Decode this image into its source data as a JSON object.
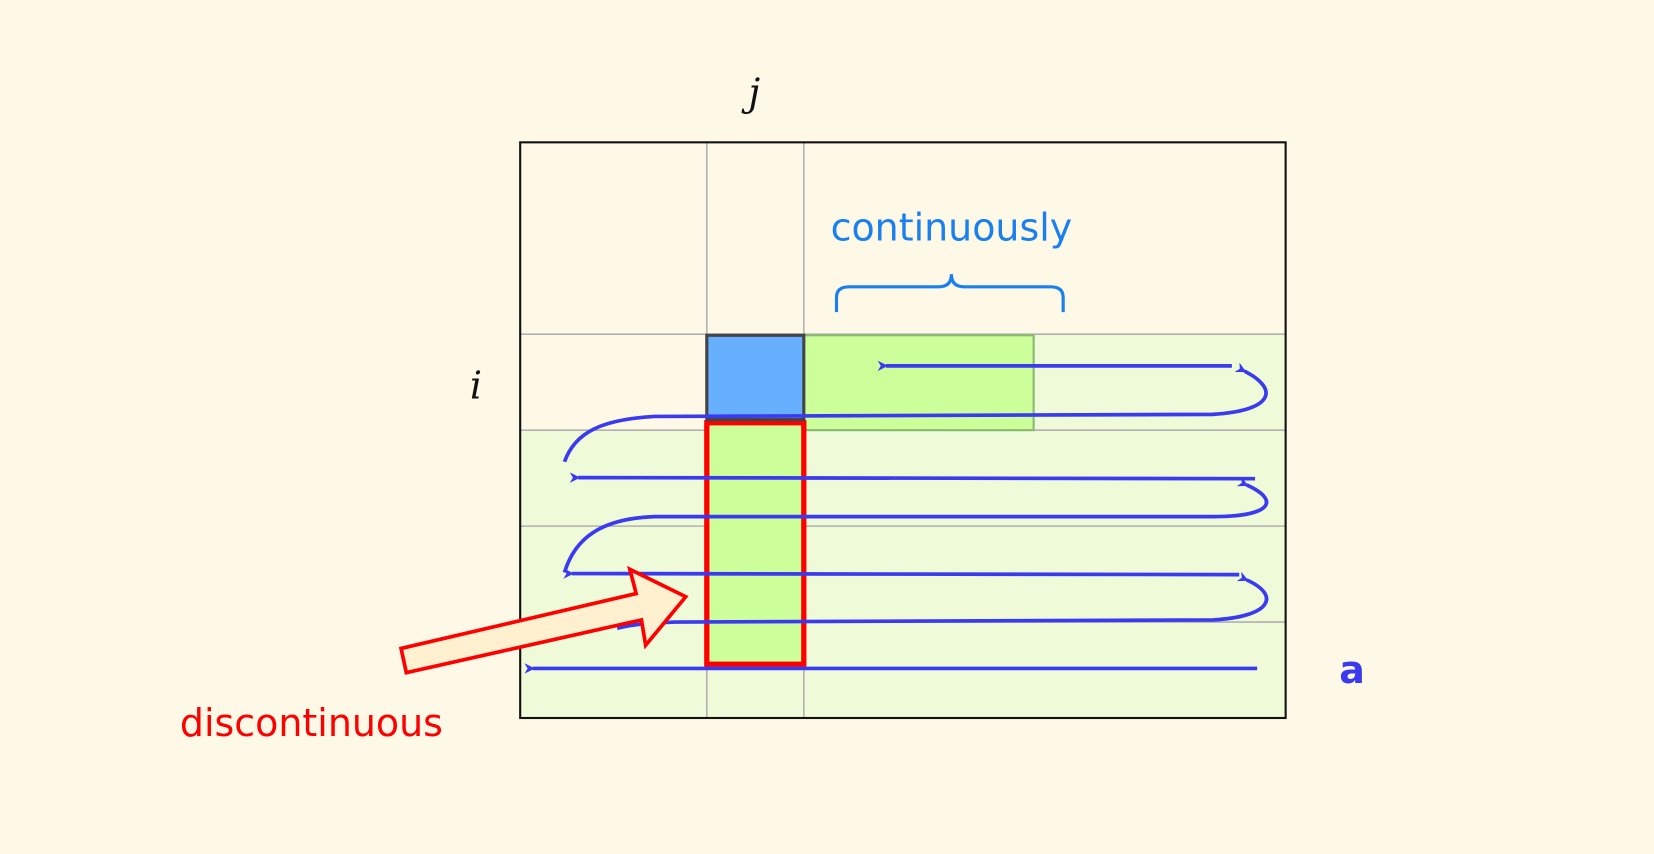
{
  "labels": {
    "col_index": "j",
    "row_index": "i",
    "continuous": "continuously",
    "discontinuous": "discontinuous",
    "array_name": "a"
  },
  "colors": {
    "background": "#fef9e7",
    "selected_cell": "#66b0ff",
    "highlight_green": "#ccff99",
    "light_green": "#effad8",
    "traversal_arrow": "#3a3af0",
    "continuous_text": "#1a80f0",
    "discontinuous_text": "#ff0000"
  }
}
